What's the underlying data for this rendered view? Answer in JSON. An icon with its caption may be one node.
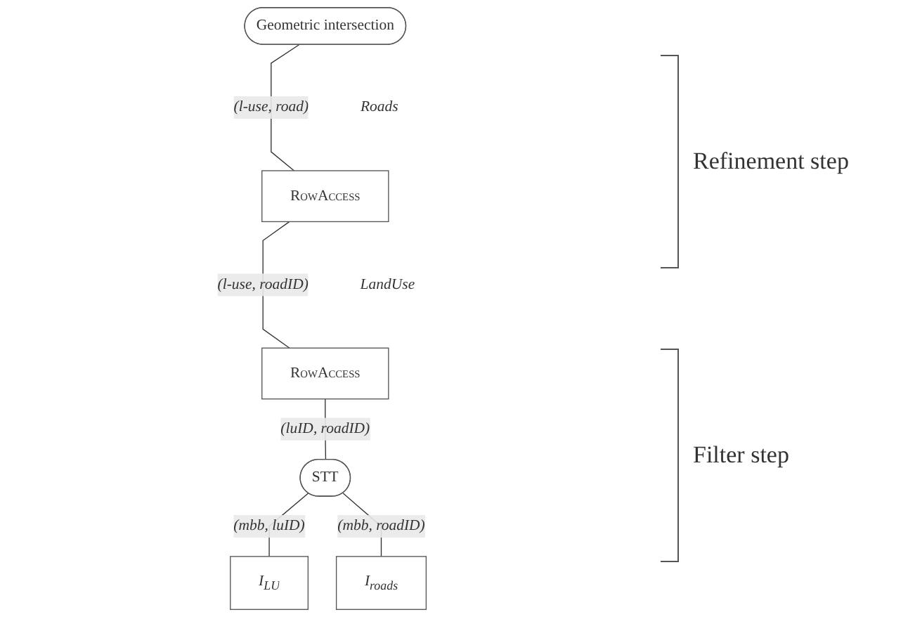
{
  "diagram": {
    "nodes": [
      {
        "text": [
          "Geometric intersection"
        ]
      },
      {
        "text": [
          "RowAccess"
        ],
        "beside": [
          "Roads"
        ]
      },
      {
        "text": [
          "RowAccess"
        ],
        "beside": [
          "LandUse"
        ]
      },
      {
        "text": [
          "STT"
        ]
      },
      {
        "text": [
          "I$_{LU}$"
        ]
      },
      {
        "text": [
          "I$_{roads}$"
        ]
      }
    ],
    "edges": [
      {
        "from": 0,
        "to": 1,
        "arrow": "none",
        "label": "(l-use, road)"
      },
      {
        "from": 1,
        "to": 2,
        "arrow": "none",
        "label": "(l-use, roadID)"
      },
      {
        "from": 2,
        "to": 3,
        "arrow": "none",
        "label": "(luID, roadID)"
      },
      {
        "from": 3,
        "to": 4,
        "arrow": "none",
        "label": "(mbb, luID)"
      },
      {
        "from": 3,
        "to": 5,
        "arrow": "none",
        "label": "(mbb, roadID)"
      }
    ],
    "labels": [
      "Refinement step",
      "Filter step"
    ]
  }
}
